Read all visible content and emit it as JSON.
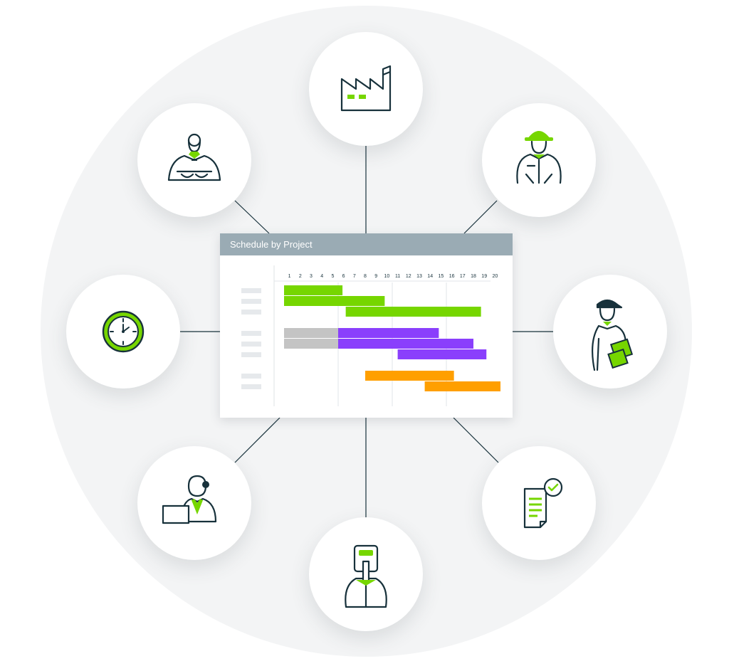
{
  "colors": {
    "accent_green": "#76d600",
    "accent_purple": "#8a3ffc",
    "accent_orange": "#ff9f00",
    "neutral_gray": "#c4c4c4",
    "line_ink": "#17313b",
    "header_gray": "#9aabb4"
  },
  "center_panel": {
    "title": "Schedule by Project"
  },
  "nodes": [
    {
      "id": "factory",
      "icon": "factory-icon"
    },
    {
      "id": "supervisor",
      "icon": "supervisor-with-tablet-icon"
    },
    {
      "id": "hardhat-worker",
      "icon": "hardhat-worker-icon"
    },
    {
      "id": "clock",
      "icon": "clock-icon"
    },
    {
      "id": "inspector",
      "icon": "worker-with-clipboard-icon"
    },
    {
      "id": "office-worker",
      "icon": "laptop-worker-icon"
    },
    {
      "id": "document",
      "icon": "approved-document-icon"
    },
    {
      "id": "scanner-worker",
      "icon": "worker-with-scanner-icon"
    }
  ],
  "chart_data": {
    "type": "gantt",
    "title": "Schedule by Project",
    "x": {
      "ticks": [
        1,
        2,
        3,
        4,
        5,
        6,
        7,
        8,
        9,
        10,
        11,
        12,
        13,
        14,
        15,
        16,
        17,
        18,
        19,
        20
      ],
      "range": [
        1,
        20
      ]
    },
    "grid_major_every": 5,
    "rows": [
      {
        "group": 1,
        "bars": [
          {
            "start": 1,
            "end": 6.4,
            "color": "green"
          }
        ]
      },
      {
        "group": 1,
        "bars": [
          {
            "start": 1,
            "end": 10.3,
            "color": "green"
          }
        ]
      },
      {
        "group": 1,
        "bars": [
          {
            "start": 6.7,
            "end": 19.2,
            "color": "green"
          }
        ]
      },
      {
        "group": 2,
        "bars": [
          {
            "start": 1,
            "end": 6,
            "color": "gray"
          },
          {
            "start": 6,
            "end": 15.3,
            "color": "purple"
          }
        ]
      },
      {
        "group": 2,
        "bars": [
          {
            "start": 1,
            "end": 6,
            "color": "gray"
          },
          {
            "start": 6,
            "end": 18.5,
            "color": "purple"
          }
        ]
      },
      {
        "group": 2,
        "bars": [
          {
            "start": 11.5,
            "end": 19.7,
            "color": "purple"
          }
        ]
      },
      {
        "group": 3,
        "bars": [
          {
            "start": 8.5,
            "end": 16.7,
            "color": "orange"
          }
        ]
      },
      {
        "group": 3,
        "bars": [
          {
            "start": 14,
            "end": 21,
            "color": "orange"
          }
        ]
      }
    ]
  }
}
